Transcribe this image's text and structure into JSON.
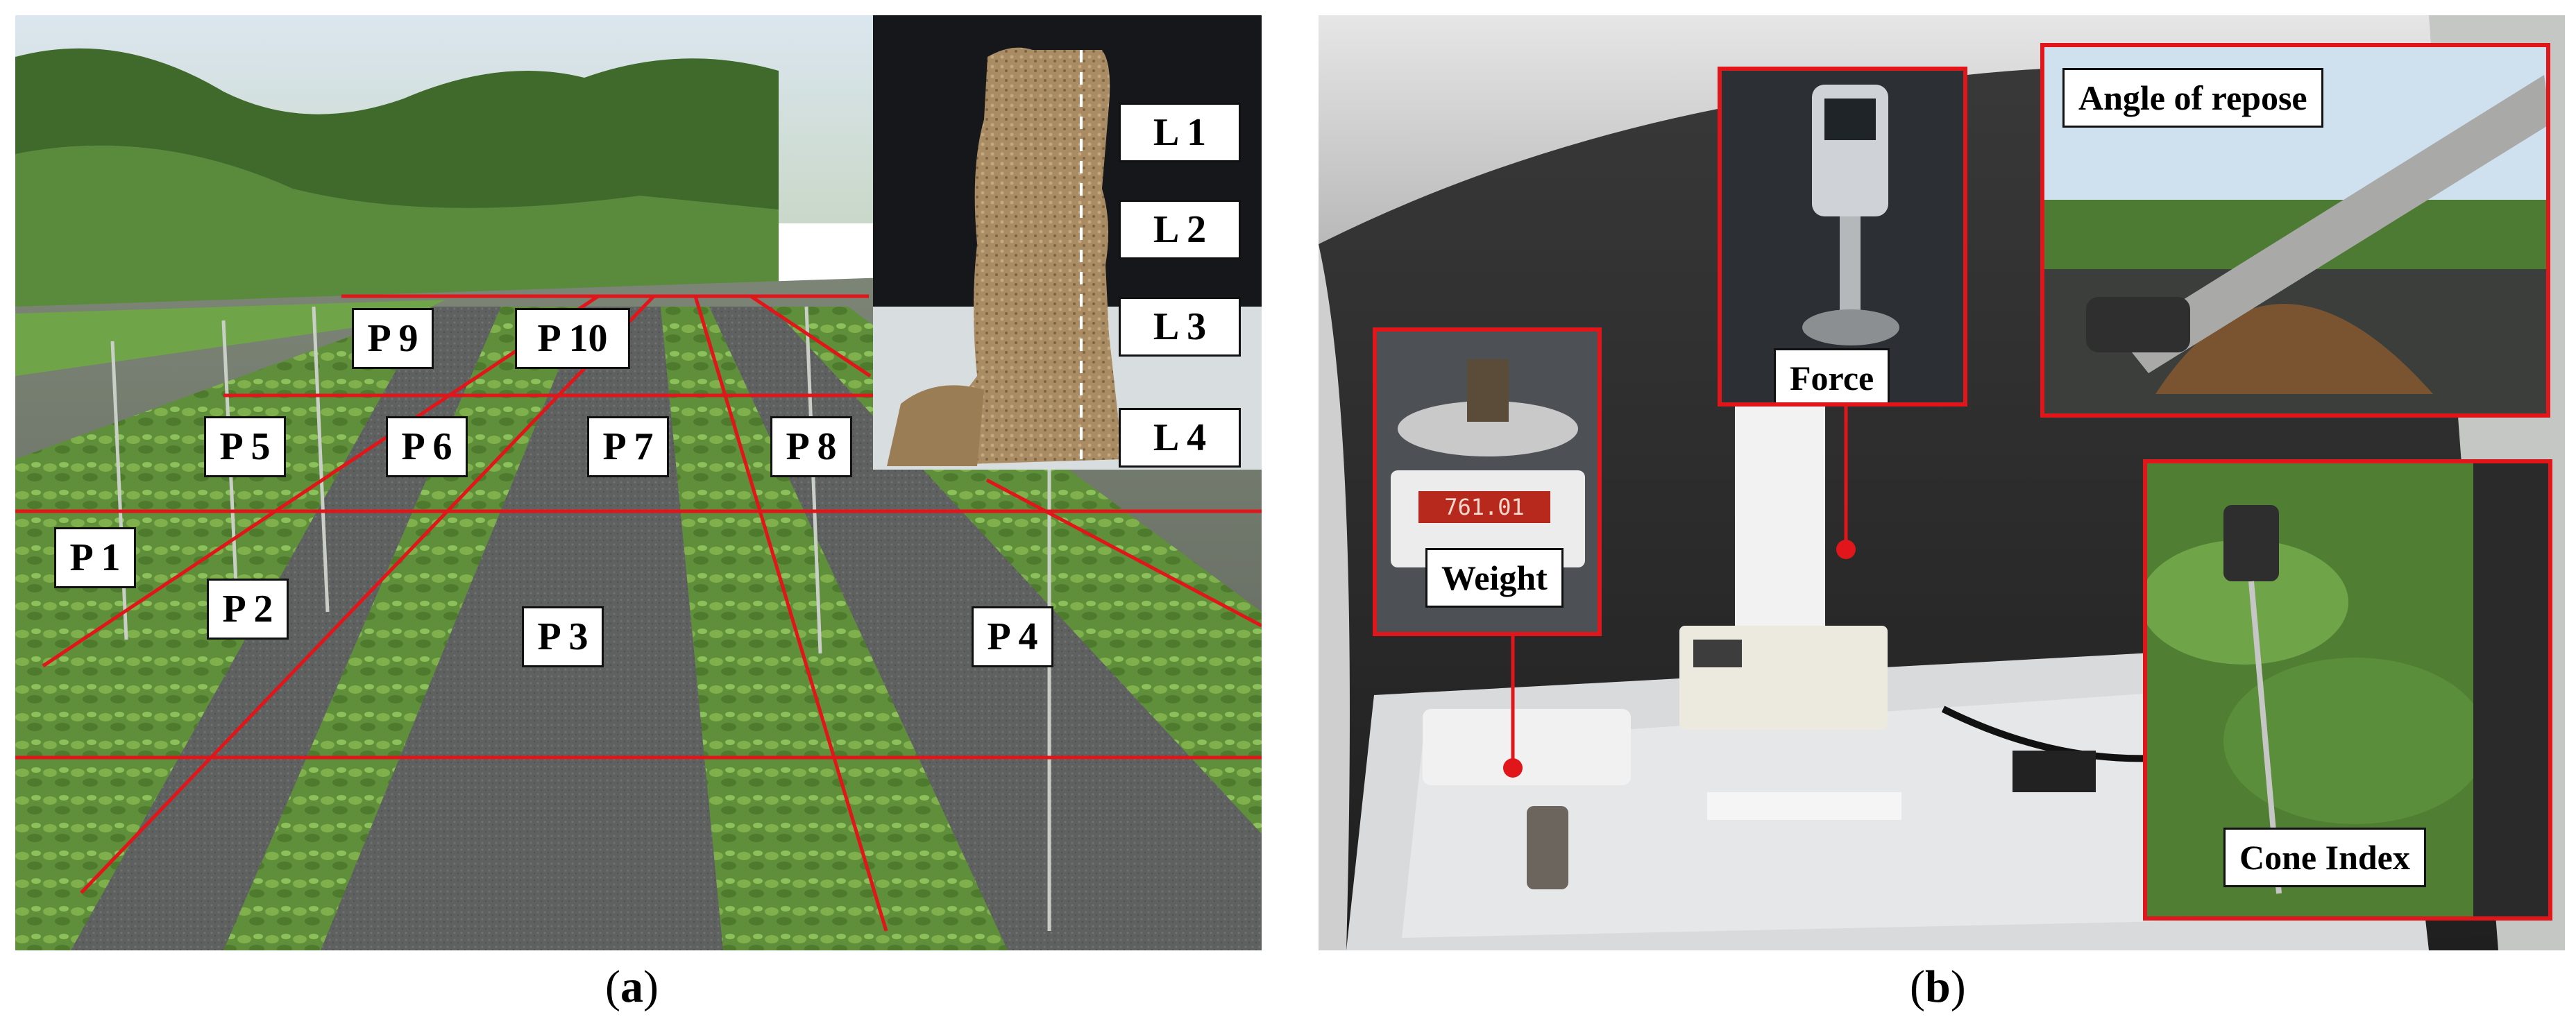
{
  "panel_a": {
    "caption_open": "(",
    "caption_letter": "a",
    "caption_close": ")",
    "plot_labels": [
      "P 1",
      "P 2",
      "P 3",
      "P 4",
      "P 5",
      "P 6",
      "P 7",
      "P 8",
      "P 9",
      "P 10"
    ],
    "layer_labels": [
      "L 1",
      "L 2",
      "L 3",
      "L 4"
    ]
  },
  "panel_b": {
    "caption_open": "(",
    "caption_letter": "b",
    "caption_close": ")",
    "instrument_labels": {
      "weight": "Weight",
      "force": "Force",
      "angle_of_repose": "Angle of repose",
      "cone_index": "Cone Index"
    },
    "scale_readout": "761.01"
  },
  "colors": {
    "grid_line": "#e0161b",
    "label_border": "#111111"
  }
}
